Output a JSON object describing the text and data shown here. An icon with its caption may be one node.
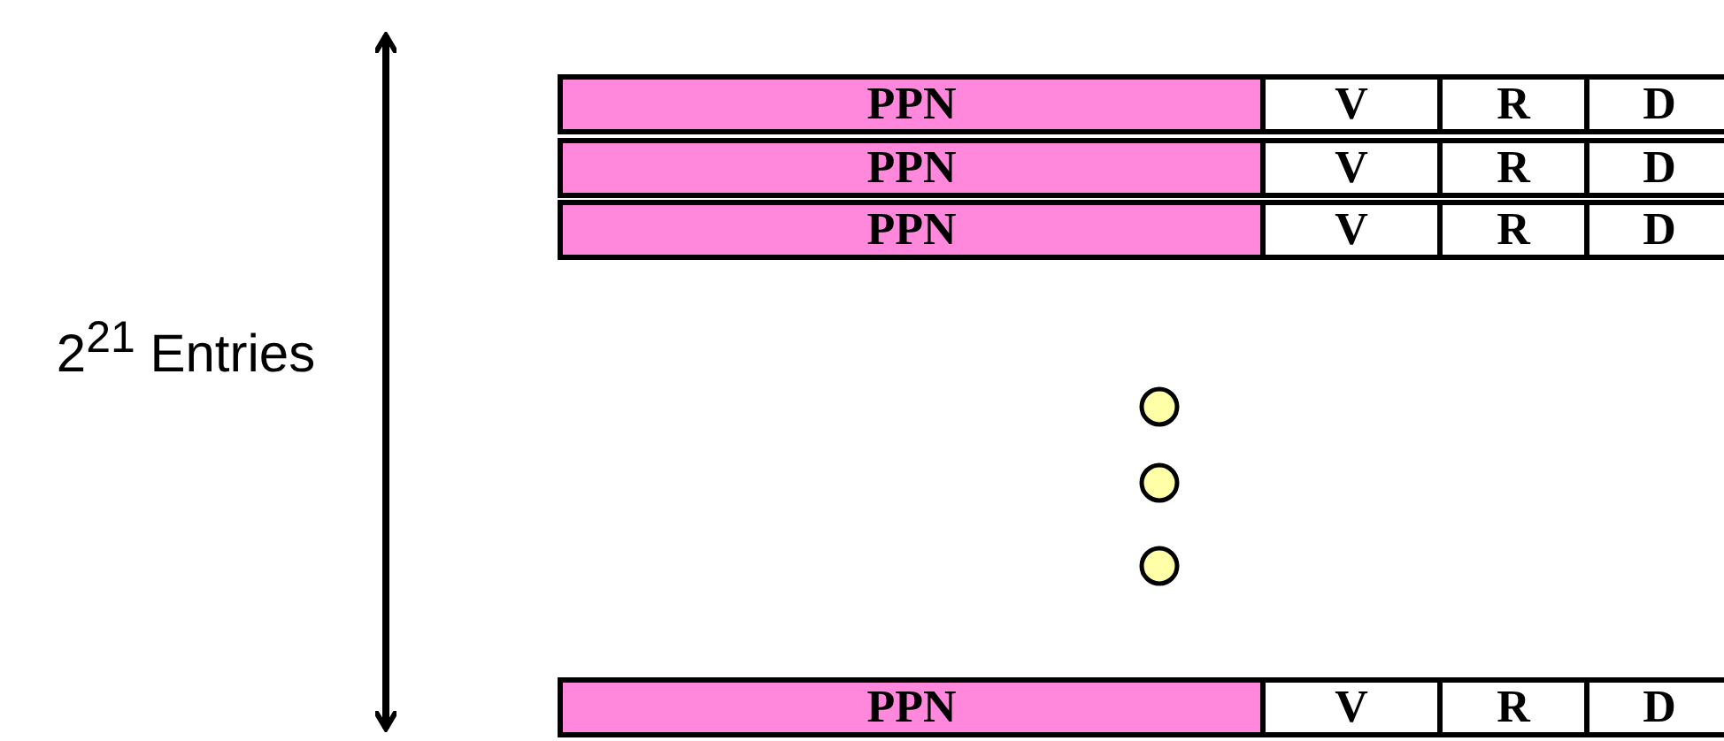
{
  "diagram": {
    "labels": [
      "2$^{21}$ Entries",
      "PPN",
      "V",
      "R",
      "D",
      "PPN",
      "V",
      "R",
      "D",
      "PPN",
      "V",
      "R",
      "D",
      "PPN",
      "V",
      "R",
      "D"
    ]
  }
}
